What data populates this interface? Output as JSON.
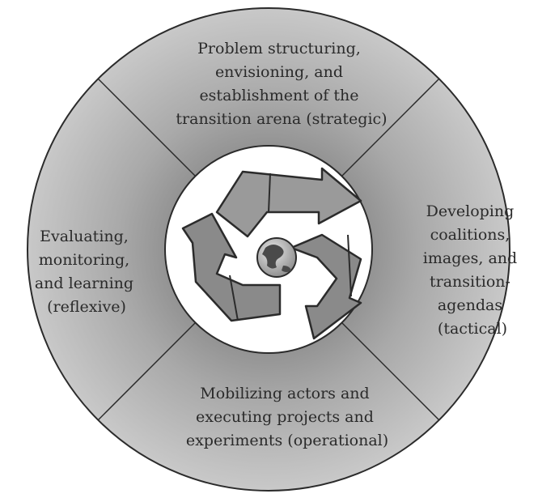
{
  "diagram": {
    "segments": {
      "top": {
        "lines": [
          "Problem structuring,",
          "envisioning, and",
          "establishment of the",
          "transition arena (strategic)"
        ]
      },
      "right": {
        "lines": [
          "Developing",
          "coalitions,",
          "images, and",
          "transition-",
          "agendas",
          "(tactical)"
        ]
      },
      "bottom": {
        "lines": [
          "Mobilizing actors and",
          "executing projects and",
          "experiments (operational)"
        ]
      },
      "left": {
        "lines": [
          "Evaluating,",
          "monitoring,",
          "and learning",
          "(reflexive)"
        ]
      }
    },
    "center_icon": "recycling-arrows-with-globe-icon",
    "colors": {
      "ring_dark": "#8d8d8d",
      "ring_light": "#c6c6c6",
      "arrow_fill": "#9a9a9a",
      "outline": "#2b2b2b",
      "center_bg": "#ffffff"
    }
  }
}
